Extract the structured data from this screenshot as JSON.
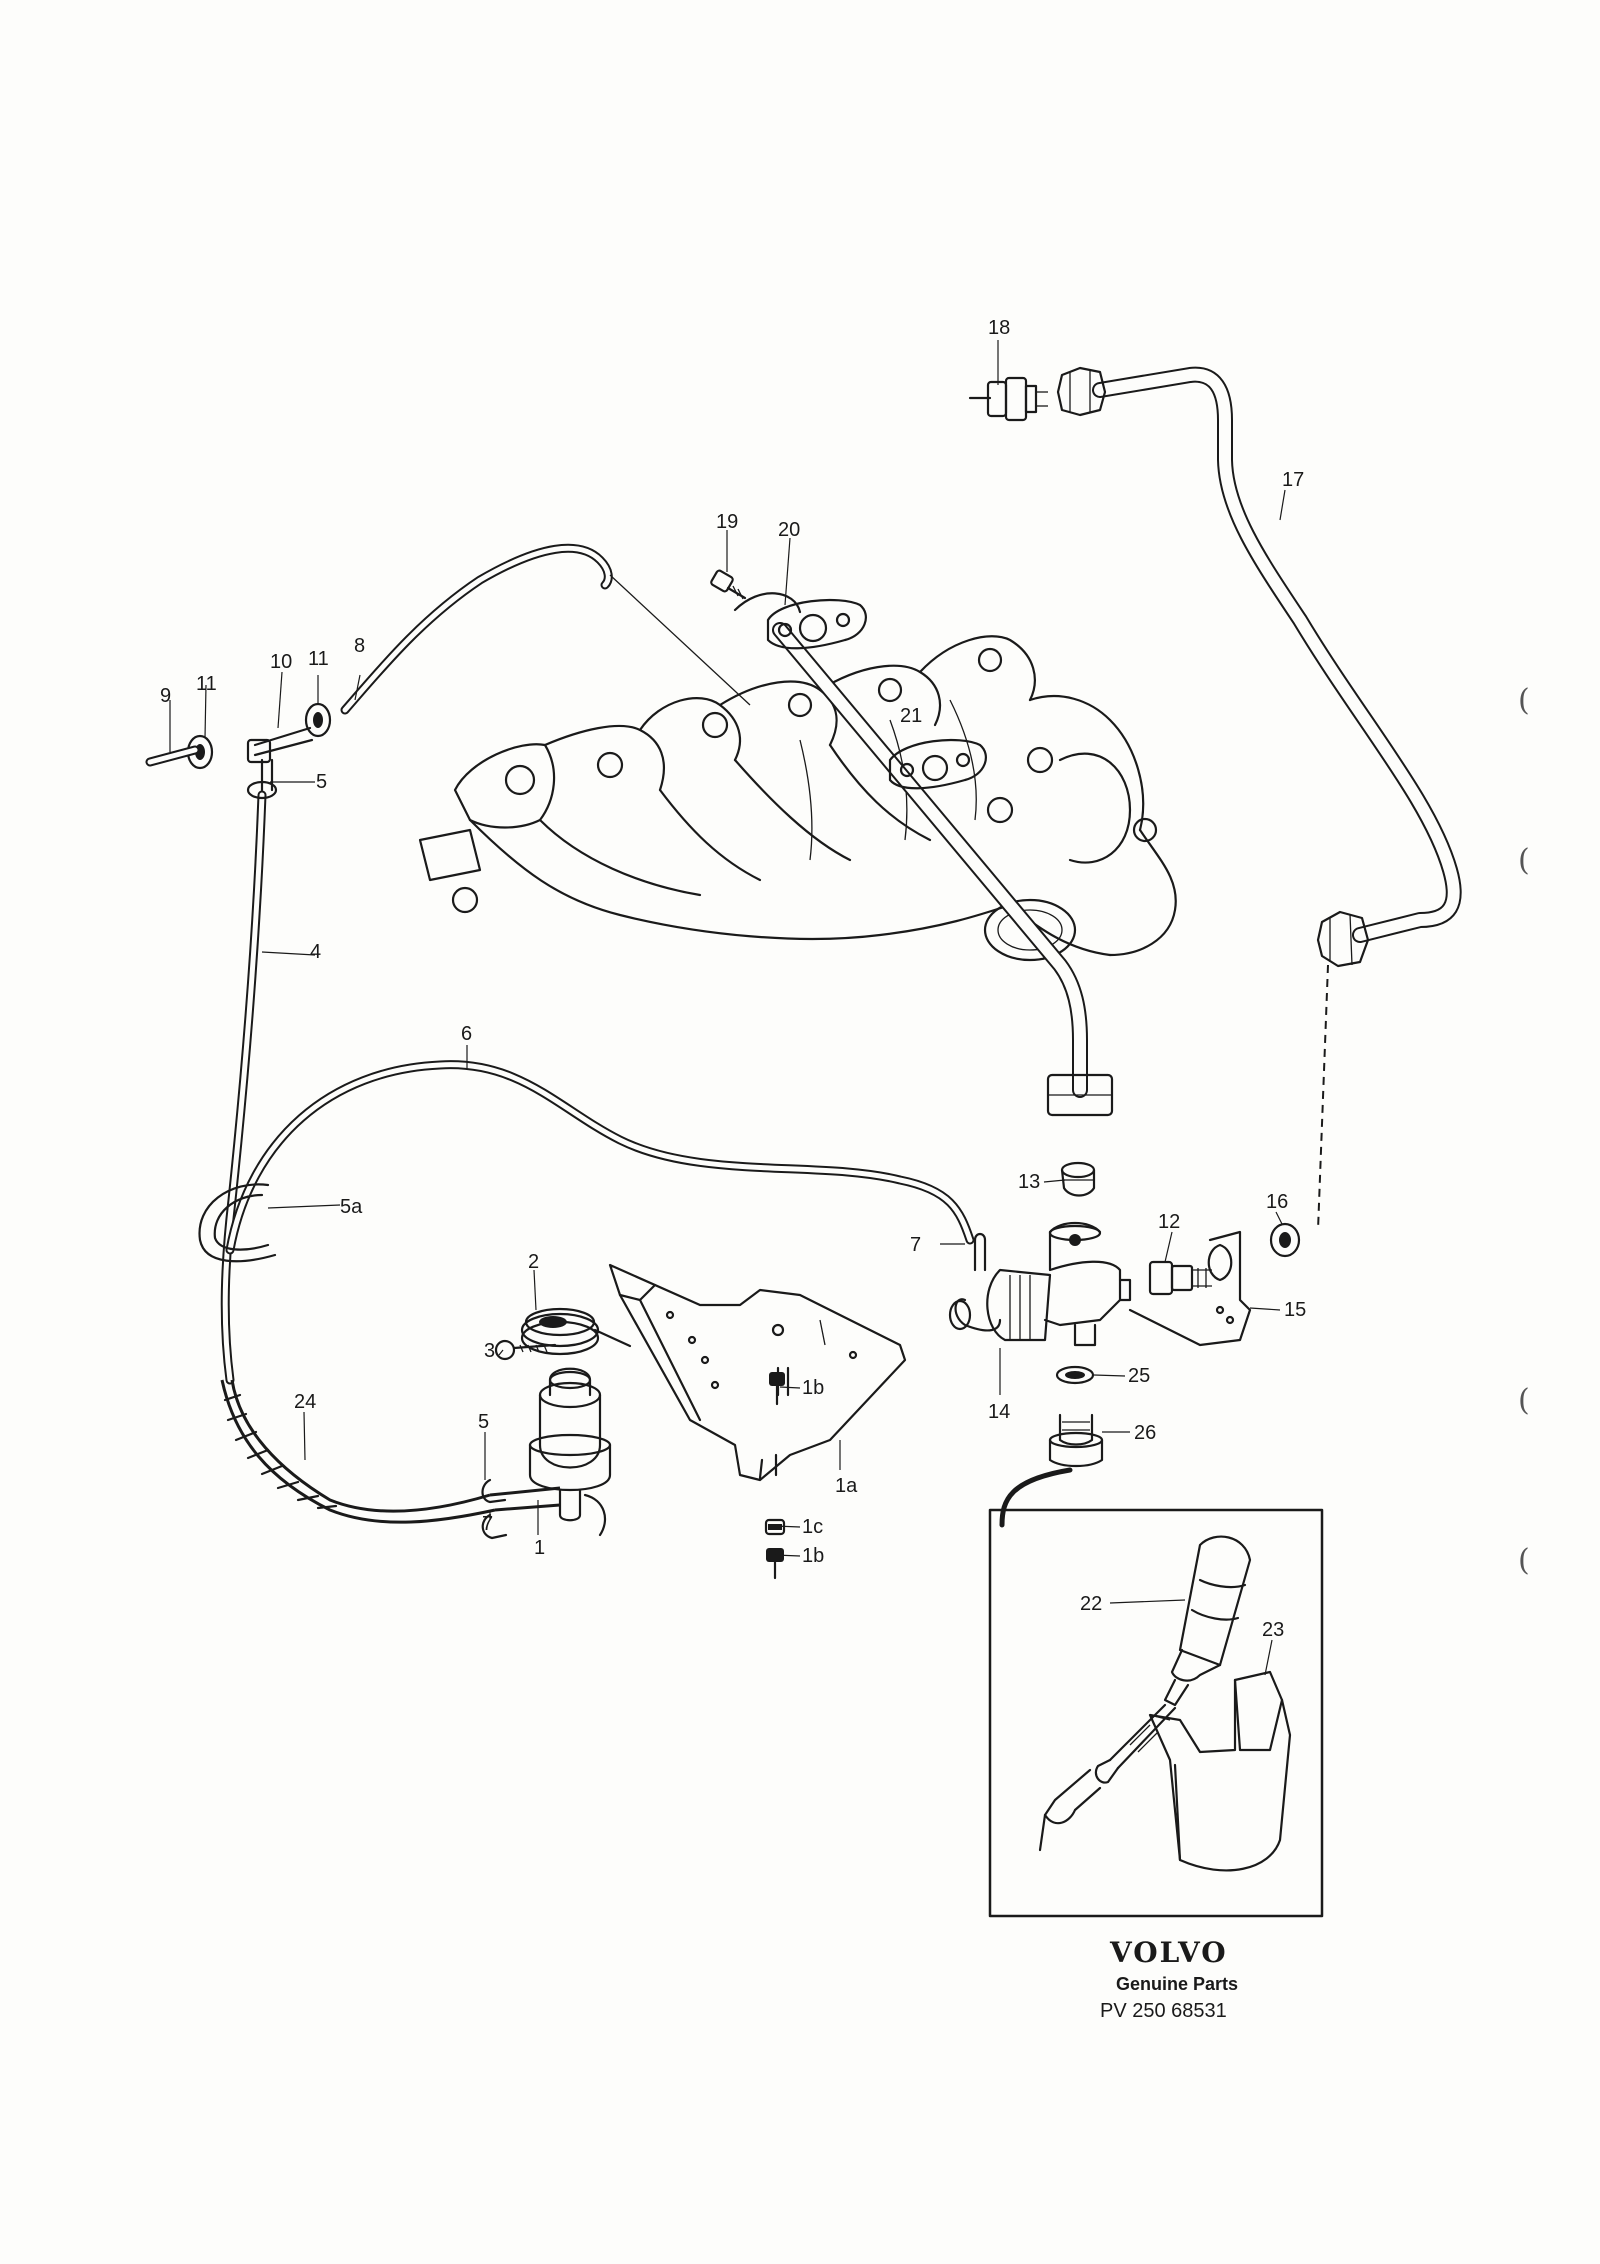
{
  "callouts": {
    "c1": "1",
    "c1a": "1a",
    "c1b_upper": "1b",
    "c1b_lower": "1b",
    "c1c": "1c",
    "c2": "2",
    "c3": "3",
    "c4": "4",
    "c5_top": "5",
    "c5_lower": "5",
    "c5a": "5a",
    "c6": "6",
    "c7_left": "7",
    "c7_right": "7",
    "c8": "8",
    "c9": "9",
    "c10": "10",
    "c11_left": "11",
    "c11_right": "11",
    "c12": "12",
    "c13": "13",
    "c14": "14",
    "c15": "15",
    "c16": "16",
    "c17": "17",
    "c18": "18",
    "c19": "19",
    "c20": "20",
    "c21": "21",
    "c22": "22",
    "c23": "23",
    "c24": "24",
    "c25": "25",
    "c26": "26"
  },
  "footer": {
    "brand": "VOLVO",
    "subtitle": "Genuine Parts",
    "part_number": "PV 250 68531"
  }
}
